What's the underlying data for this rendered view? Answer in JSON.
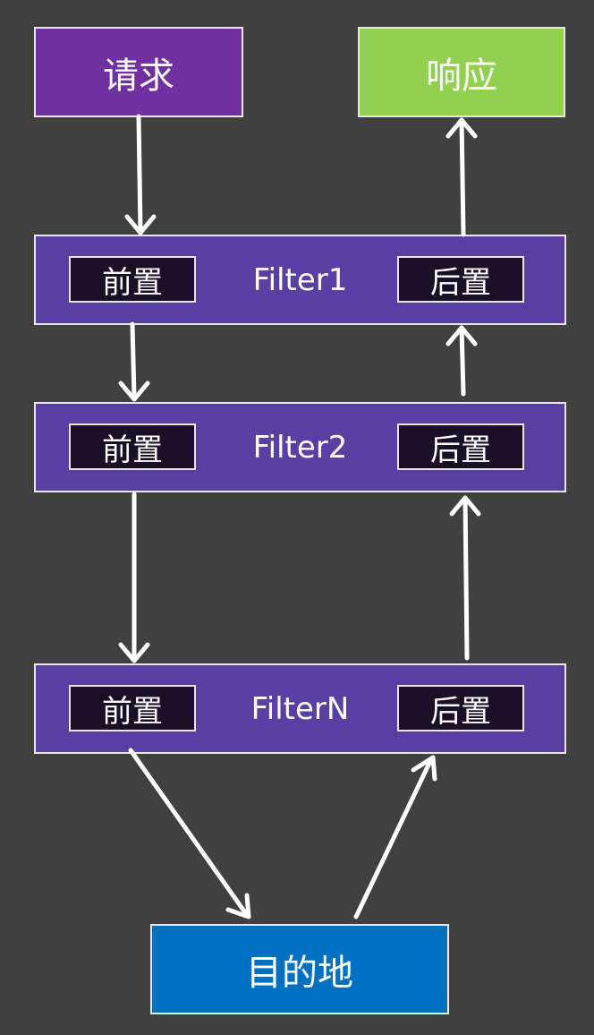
{
  "request": {
    "label": "请求"
  },
  "response": {
    "label": "响应"
  },
  "destination": {
    "label": "目的地"
  },
  "filters": [
    {
      "name": "Filter1",
      "pre_label": "前置",
      "post_label": "后置"
    },
    {
      "name": "Filter2",
      "pre_label": "前置",
      "post_label": "后置"
    },
    {
      "name": "FilterN",
      "pre_label": "前置",
      "post_label": "后置"
    }
  ],
  "colors": {
    "background": "#404040",
    "request": "#7030a0",
    "response": "#92d050",
    "filter": "#5a3fa3",
    "tag": "#1a0f26",
    "destination": "#0070c0",
    "arrow": "#ffffff"
  }
}
